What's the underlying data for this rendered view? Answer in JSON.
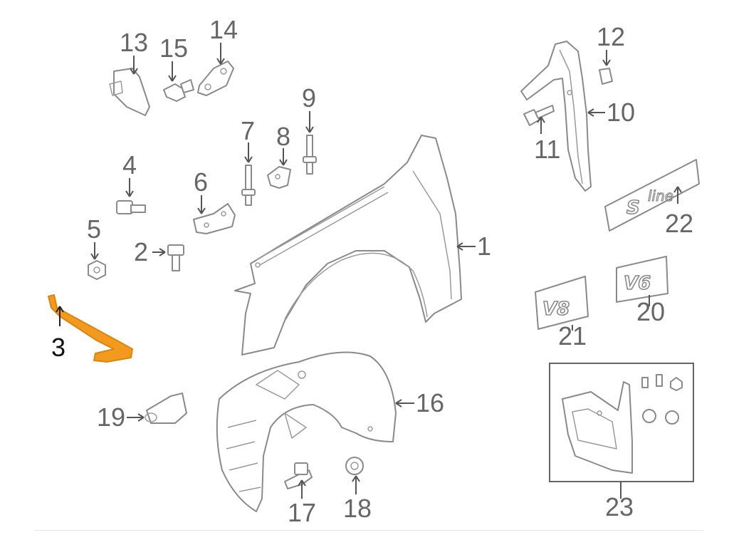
{
  "parts": [
    {
      "id": "1",
      "label": "1",
      "highlight": false
    },
    {
      "id": "2",
      "label": "2",
      "highlight": false
    },
    {
      "id": "3",
      "label": "3",
      "highlight": true
    },
    {
      "id": "4",
      "label": "4",
      "highlight": false
    },
    {
      "id": "5",
      "label": "5",
      "highlight": false
    },
    {
      "id": "6",
      "label": "6",
      "highlight": false
    },
    {
      "id": "7",
      "label": "7",
      "highlight": false
    },
    {
      "id": "8",
      "label": "8",
      "highlight": false
    },
    {
      "id": "9",
      "label": "9",
      "highlight": false
    },
    {
      "id": "10",
      "label": "10",
      "highlight": false
    },
    {
      "id": "11",
      "label": "11",
      "highlight": false
    },
    {
      "id": "12",
      "label": "12",
      "highlight": false
    },
    {
      "id": "13",
      "label": "13",
      "highlight": false
    },
    {
      "id": "14",
      "label": "14",
      "highlight": false
    },
    {
      "id": "15",
      "label": "15",
      "highlight": false
    },
    {
      "id": "16",
      "label": "16",
      "highlight": false
    },
    {
      "id": "17",
      "label": "17",
      "highlight": false
    },
    {
      "id": "18",
      "label": "18",
      "highlight": false
    },
    {
      "id": "19",
      "label": "19",
      "highlight": false
    },
    {
      "id": "20",
      "label": "20",
      "highlight": false
    },
    {
      "id": "21",
      "label": "21",
      "highlight": false
    },
    {
      "id": "22",
      "label": "22",
      "highlight": false
    },
    {
      "id": "23",
      "label": "23",
      "highlight": false
    }
  ],
  "badges": {
    "v8": "V8",
    "v6": "V6",
    "s_mark": "S",
    "line_mark": "line"
  },
  "colors": {
    "highlight": "#f39a1e",
    "line_art": "#8a8a8a",
    "callout_text": "#666666",
    "highlight_callout_text": "#111111"
  }
}
